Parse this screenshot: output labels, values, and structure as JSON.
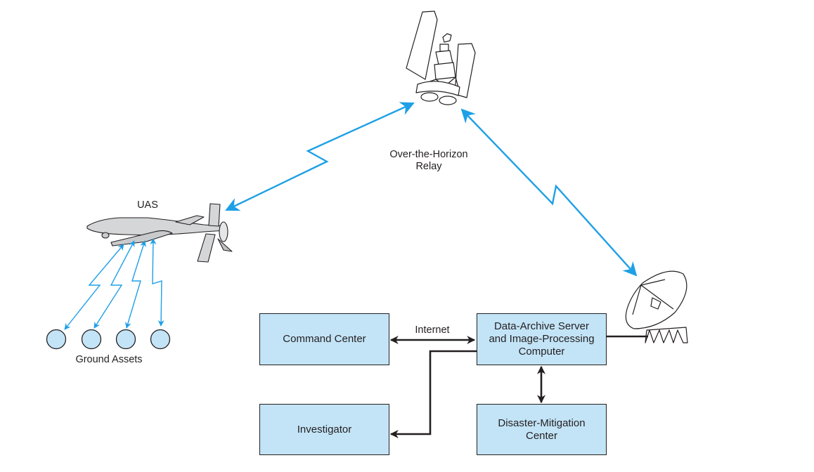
{
  "labels": {
    "relay": [
      "Over-the-Horizon",
      "Relay"
    ],
    "uas": "UAS",
    "ground_assets": "Ground Assets",
    "internet": "Internet"
  },
  "boxes": {
    "command_center": [
      "Command Center"
    ],
    "data_archive": [
      "Data-Archive Server",
      "and Image-Processing",
      "Computer"
    ],
    "investigator": [
      "Investigator"
    ],
    "disaster_mitigation": [
      "Disaster-Mitigation",
      "Center"
    ]
  },
  "ground_asset_count": 4,
  "colors": {
    "wireless_link": "#1ea0e6",
    "wired_link": "#231f20",
    "box_fill": "#c3e4f7",
    "asset_fill": "#c3e4f7"
  }
}
